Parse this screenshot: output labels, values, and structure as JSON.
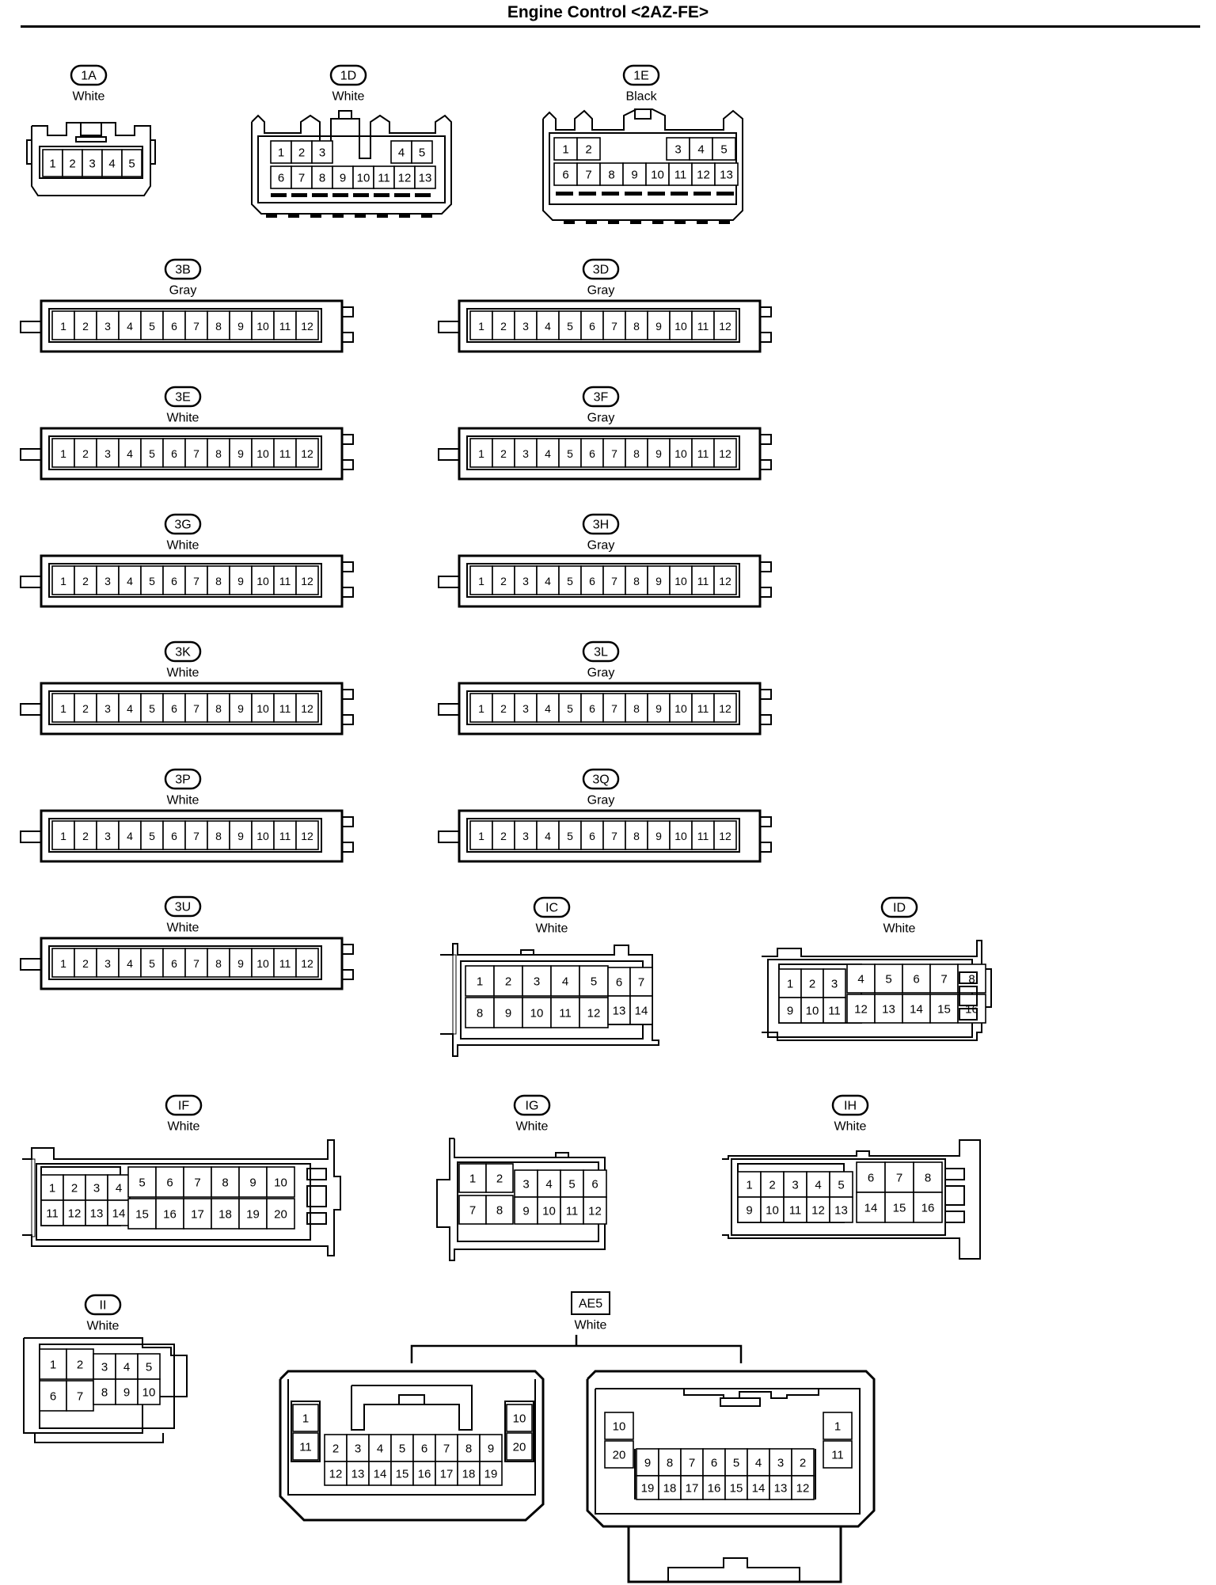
{
  "title": "Engine Control <2AZ-FE>",
  "connectors": [
    {
      "id": "1A",
      "color": "White",
      "kind": "1A",
      "rows": [
        [
          "1",
          "2",
          "3",
          "4",
          "5"
        ]
      ]
    },
    {
      "id": "1D",
      "color": "White",
      "kind": "1D",
      "rows": [
        [
          "1",
          "2",
          "3",
          "",
          "",
          "4",
          "5"
        ],
        [
          "6",
          "7",
          "8",
          "9",
          "10",
          "11",
          "12",
          "13"
        ]
      ]
    },
    {
      "id": "1E",
      "color": "Black",
      "kind": "1E",
      "rows": [
        [
          "1",
          "2",
          "",
          "",
          "",
          "3",
          "4",
          "5"
        ],
        [
          "6",
          "7",
          "8",
          "9",
          "10",
          "11",
          "12",
          "13"
        ]
      ]
    },
    {
      "id": "3B",
      "color": "Gray",
      "kind": "strip",
      "rows": [
        [
          "1",
          "2",
          "3",
          "4",
          "5",
          "6",
          "7",
          "8",
          "9",
          "10",
          "11",
          "12"
        ]
      ]
    },
    {
      "id": "3D",
      "color": "Gray",
      "kind": "strip",
      "rows": [
        [
          "1",
          "2",
          "3",
          "4",
          "5",
          "6",
          "7",
          "8",
          "9",
          "10",
          "11",
          "12"
        ]
      ]
    },
    {
      "id": "3E",
      "color": "White",
      "kind": "strip",
      "rows": [
        [
          "1",
          "2",
          "3",
          "4",
          "5",
          "6",
          "7",
          "8",
          "9",
          "10",
          "11",
          "12"
        ]
      ]
    },
    {
      "id": "3F",
      "color": "Gray",
      "kind": "strip",
      "rows": [
        [
          "1",
          "2",
          "3",
          "4",
          "5",
          "6",
          "7",
          "8",
          "9",
          "10",
          "11",
          "12"
        ]
      ]
    },
    {
      "id": "3G",
      "color": "White",
      "kind": "strip",
      "rows": [
        [
          "1",
          "2",
          "3",
          "4",
          "5",
          "6",
          "7",
          "8",
          "9",
          "10",
          "11",
          "12"
        ]
      ]
    },
    {
      "id": "3H",
      "color": "Gray",
      "kind": "strip",
      "rows": [
        [
          "1",
          "2",
          "3",
          "4",
          "5",
          "6",
          "7",
          "8",
          "9",
          "10",
          "11",
          "12"
        ]
      ]
    },
    {
      "id": "3K",
      "color": "White",
      "kind": "strip",
      "rows": [
        [
          "1",
          "2",
          "3",
          "4",
          "5",
          "6",
          "7",
          "8",
          "9",
          "10",
          "11",
          "12"
        ]
      ]
    },
    {
      "id": "3L",
      "color": "Gray",
      "kind": "strip",
      "rows": [
        [
          "1",
          "2",
          "3",
          "4",
          "5",
          "6",
          "7",
          "8",
          "9",
          "10",
          "11",
          "12"
        ]
      ]
    },
    {
      "id": "3P",
      "color": "White",
      "kind": "strip",
      "rows": [
        [
          "1",
          "2",
          "3",
          "4",
          "5",
          "6",
          "7",
          "8",
          "9",
          "10",
          "11",
          "12"
        ]
      ]
    },
    {
      "id": "3Q",
      "color": "Gray",
      "kind": "strip",
      "rows": [
        [
          "1",
          "2",
          "3",
          "4",
          "5",
          "6",
          "7",
          "8",
          "9",
          "10",
          "11",
          "12"
        ]
      ]
    },
    {
      "id": "3U",
      "color": "White",
      "kind": "strip",
      "rows": [
        [
          "1",
          "2",
          "3",
          "4",
          "5",
          "6",
          "7",
          "8",
          "9",
          "10",
          "11",
          "12"
        ]
      ]
    },
    {
      "id": "IC",
      "color": "White",
      "kind": "IC",
      "rows": [
        [
          "1",
          "2",
          "3",
          "4",
          "5",
          "6",
          "7"
        ],
        [
          "8",
          "9",
          "10",
          "11",
          "12",
          "13",
          "14"
        ]
      ]
    },
    {
      "id": "ID",
      "color": "White",
      "kind": "ID",
      "rows": [
        [
          "1",
          "2",
          "3",
          "4",
          "5",
          "6",
          "7",
          "8"
        ],
        [
          "9",
          "10",
          "11",
          "12",
          "13",
          "14",
          "15",
          "16"
        ]
      ]
    },
    {
      "id": "IF",
      "color": "White",
      "kind": "IF",
      "rows": [
        [
          "1",
          "2",
          "3",
          "4",
          "5",
          "6",
          "7",
          "8",
          "9",
          "10"
        ],
        [
          "11",
          "12",
          "13",
          "14",
          "15",
          "16",
          "17",
          "18",
          "19",
          "20"
        ]
      ]
    },
    {
      "id": "IG",
      "color": "White",
      "kind": "IG",
      "rows": [
        [
          "1",
          "2",
          "3",
          "4",
          "5",
          "6"
        ],
        [
          "7",
          "8",
          "9",
          "10",
          "11",
          "12"
        ]
      ]
    },
    {
      "id": "IH",
      "color": "White",
      "kind": "IH",
      "rows": [
        [
          "1",
          "2",
          "3",
          "4",
          "5",
          "6",
          "7",
          "8"
        ],
        [
          "9",
          "10",
          "11",
          "12",
          "13",
          "14",
          "15",
          "16"
        ]
      ]
    },
    {
      "id": "II",
      "color": "White",
      "kind": "II",
      "rows": [
        [
          "1",
          "2",
          "3",
          "4",
          "5"
        ],
        [
          "6",
          "7",
          "8",
          "9",
          "10"
        ]
      ]
    },
    {
      "id": "AE5",
      "color": "White",
      "kind": "AE5",
      "rows": [
        [
          "1",
          "2",
          "3",
          "4",
          "5",
          "6",
          "7",
          "8",
          "9",
          "10"
        ],
        [
          "11",
          "12",
          "13",
          "14",
          "15",
          "16",
          "17",
          "18",
          "19",
          "20"
        ]
      ],
      "rows_mirrored": [
        [
          "10",
          "9",
          "8",
          "7",
          "6",
          "5",
          "4",
          "3",
          "2",
          "1"
        ],
        [
          "20",
          "19",
          "18",
          "17",
          "16",
          "15",
          "14",
          "13",
          "12",
          "11"
        ]
      ]
    }
  ]
}
